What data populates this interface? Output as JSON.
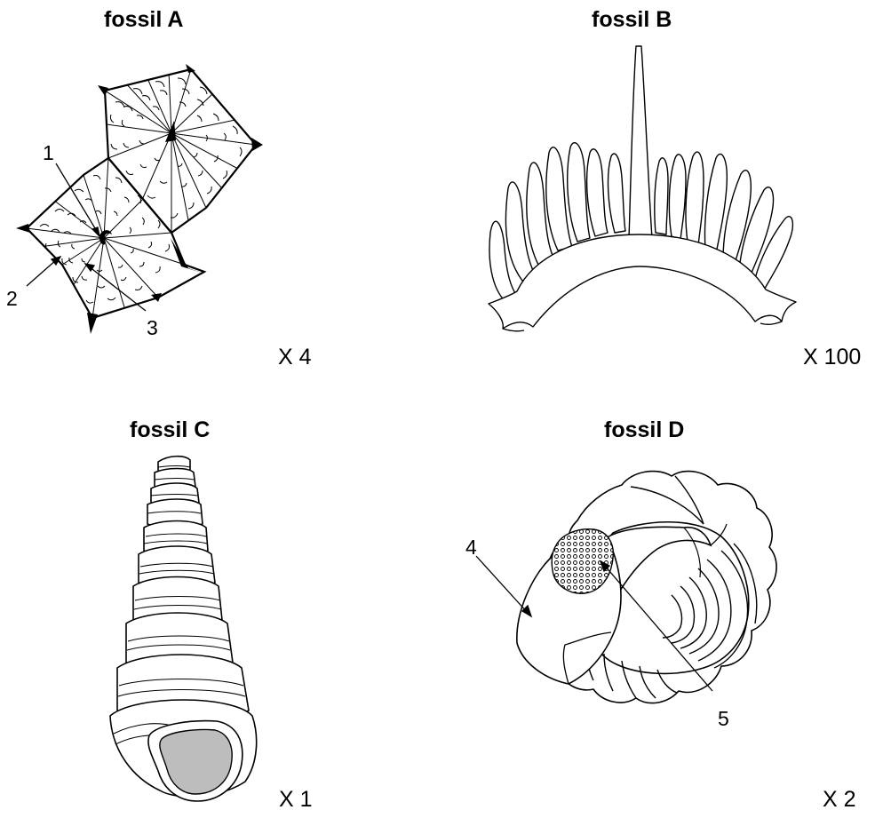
{
  "fossils": {
    "a": {
      "title": "fossil A",
      "magnification": "X 4",
      "labels": {
        "l1": "1",
        "l2": "2",
        "l3": "3"
      }
    },
    "b": {
      "title": "fossil B",
      "magnification": "X 100"
    },
    "c": {
      "title": "fossil C",
      "magnification": "X 1",
      "aperture_color": "#bdbdbd"
    },
    "d": {
      "title": "fossil D",
      "magnification": "X 2",
      "labels": {
        "l4": "4",
        "l5": "5"
      }
    }
  }
}
